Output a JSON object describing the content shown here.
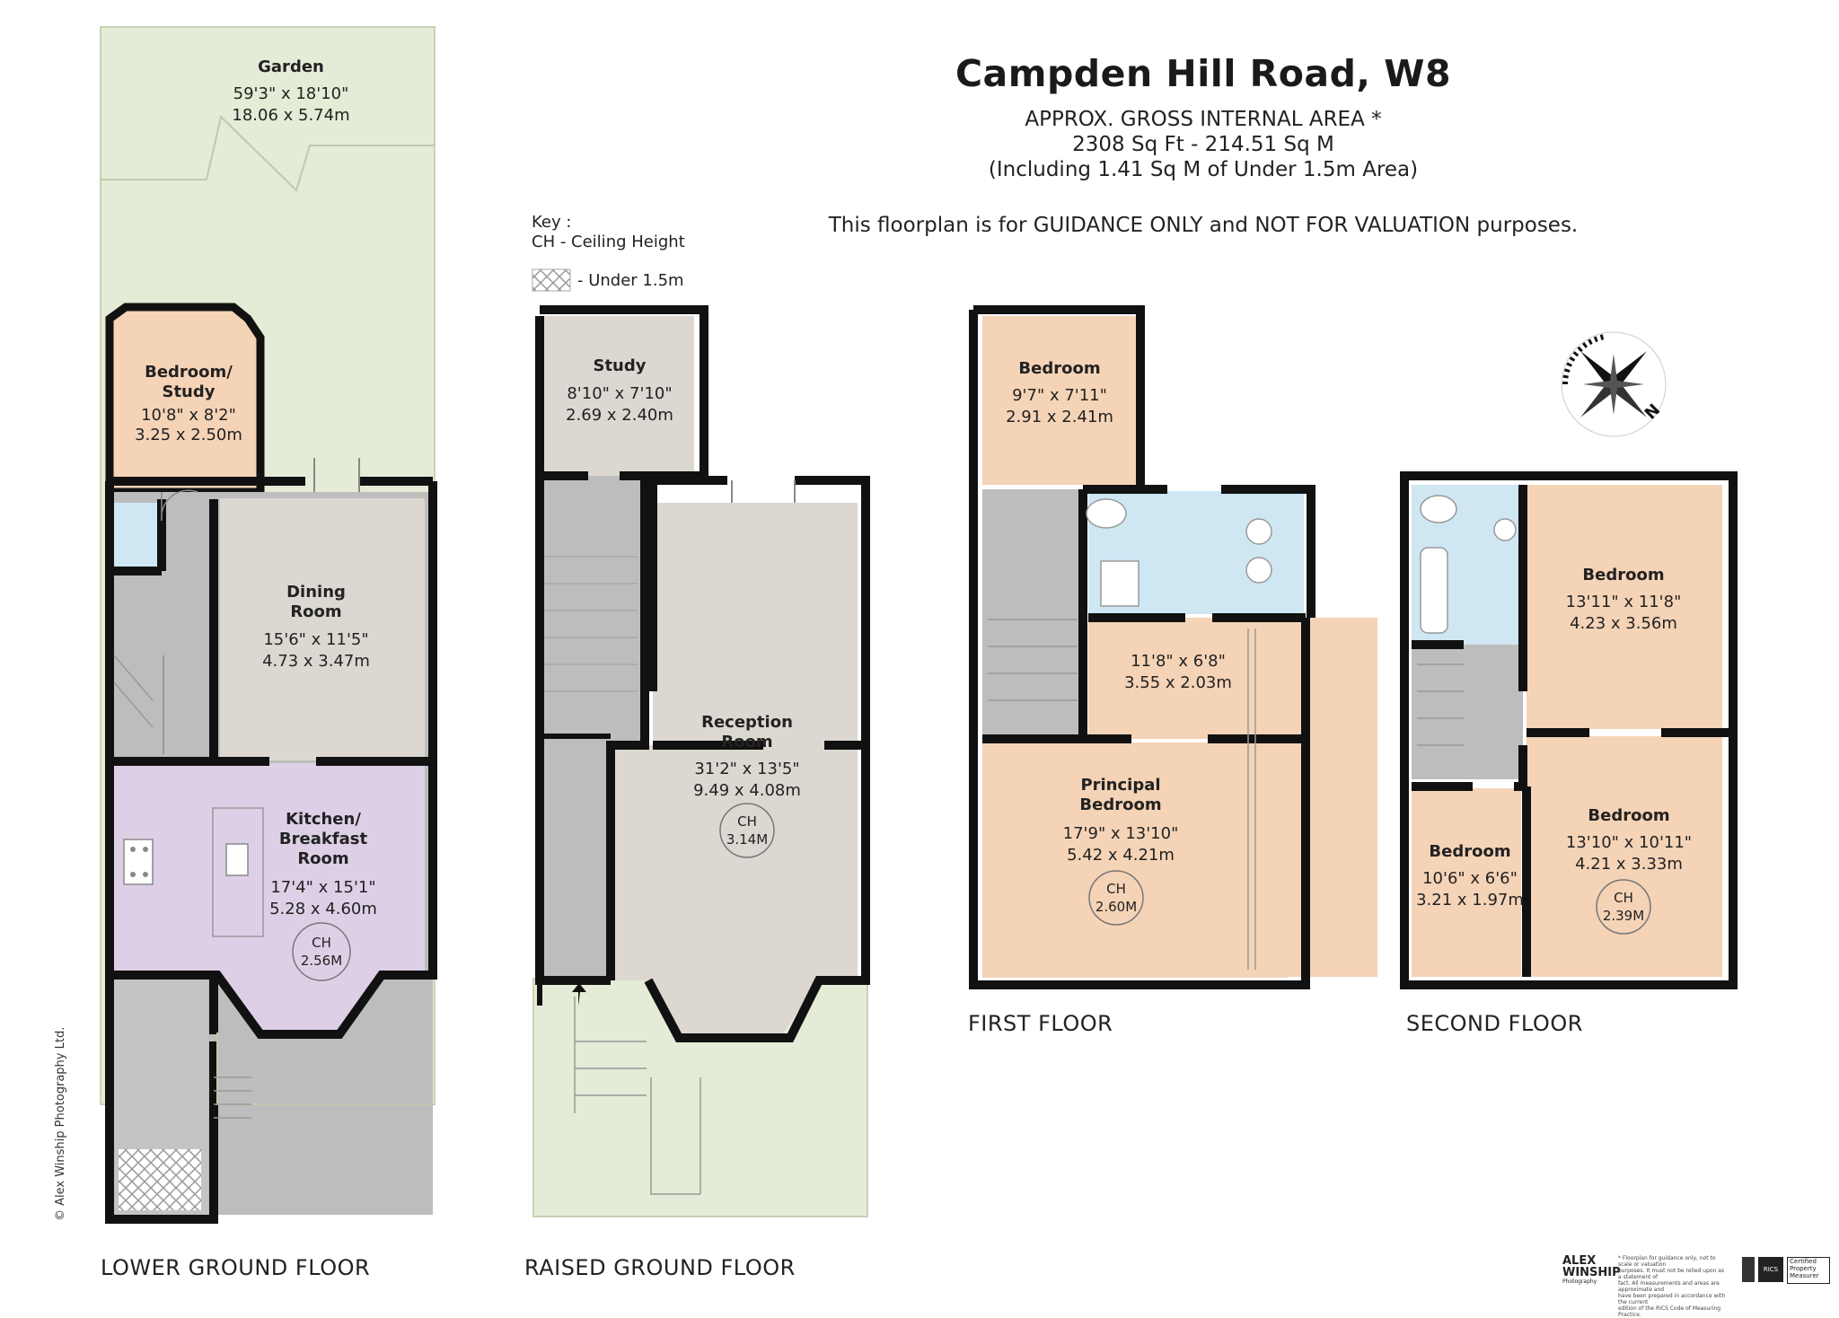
{
  "header": {
    "title": "Campden Hill Road, W8",
    "area_heading": "APPROX. GROSS INTERNAL  AREA *",
    "area_value": "2308 Sq Ft  -  214.51 Sq M",
    "area_note": "(Including 1.41 Sq M of Under 1.5m Area)",
    "guidance": "This floorplan is for GUIDANCE ONLY and NOT FOR VALUATION purposes."
  },
  "key": {
    "heading": "Key :",
    "ceiling": "CH - Ceiling Height",
    "under": "- Under 1.5m"
  },
  "floors": {
    "lower_ground": "LOWER GROUND FLOOR",
    "raised_ground": "RAISED GROUND FLOOR",
    "first": "FIRST FLOOR",
    "second": "SECOND FLOOR"
  },
  "rooms": {
    "garden": {
      "name": "Garden",
      "imperial": "59'3\" x 18'10\"",
      "metric": "18.06 x 5.74m"
    },
    "bedroom_study": {
      "name1": "Bedroom/",
      "name2": "Study",
      "imperial": "10'8\" x 8'2\"",
      "metric": "3.25 x 2.50m"
    },
    "dining": {
      "name1": "Dining",
      "name2": "Room",
      "imperial": "15'6\" x 11'5\"",
      "metric": "4.73 x 3.47m"
    },
    "kitchen": {
      "name1": "Kitchen/",
      "name2": "Breakfast",
      "name3": "Room",
      "imperial": "17'4\" x 15'1\"",
      "metric": "5.28 x 4.60m",
      "ch_label": "CH",
      "ch_value": "2.56M"
    },
    "study": {
      "name": "Study",
      "imperial": "8'10\" x 7'10\"",
      "metric": "2.69 x 2.40m"
    },
    "reception": {
      "name1": "Reception",
      "name2": "Room",
      "imperial": "31'2\" x 13'5\"",
      "metric": "9.49 x 4.08m",
      "ch_label": "CH",
      "ch_value": "3.14M"
    },
    "first_bedroom": {
      "name": "Bedroom",
      "imperial": "9'7\" x 7'11\"",
      "metric": "2.91 x 2.41m"
    },
    "dressing": {
      "imperial": "11'8\" x 6'8\"",
      "metric": "3.55 x 2.03m"
    },
    "principal": {
      "name1": "Principal",
      "name2": "Bedroom",
      "imperial": "17'9\" x 13'10\"",
      "metric": "5.42 x 4.21m",
      "ch_label": "CH",
      "ch_value": "2.60M"
    },
    "second_bed1": {
      "name": "Bedroom",
      "imperial": "13'11\" x 11'8\"",
      "metric": "4.23 x 3.56m"
    },
    "second_bed2": {
      "name": "Bedroom",
      "imperial": "13'10\" x 10'11\"",
      "metric": "4.21 x 3.33m",
      "ch_label": "CH",
      "ch_value": "2.39M"
    },
    "second_bed3": {
      "name": "Bedroom",
      "imperial": "10'6\" x 6'6\"",
      "metric": "3.21 x 1.97m"
    }
  },
  "compass": {
    "north_letter": "N"
  },
  "footer": {
    "copyright": "© Alex Winship Photography Ltd.",
    "logo_line1": "ALEX",
    "logo_line2": "WINSHIP",
    "logo_tagline": "Photography",
    "disclaimer1": "* Floorplan for guidance only, not to scale or valuation",
    "disclaimer2": "purposes. It must not be relied upon as a statement of",
    "disclaimer3": "fact. All measurements and areas are approximate and",
    "disclaimer4": "have been prepared in accordance with the current",
    "disclaimer5": "edition of the RICS Code of Measuring Practice.",
    "rics": "RICS",
    "cpm1": "Certified",
    "cpm2": "Property",
    "cpm3": "Measurer"
  },
  "colors": {
    "wall": "#111111",
    "garden": "#e4ebd6",
    "bedroom": "#f5d3b6",
    "kitchen": "#ddd0e6",
    "reception": "#dcd7d1",
    "bathroom": "#cfe6f3",
    "stairs": "#b9b9b9"
  }
}
